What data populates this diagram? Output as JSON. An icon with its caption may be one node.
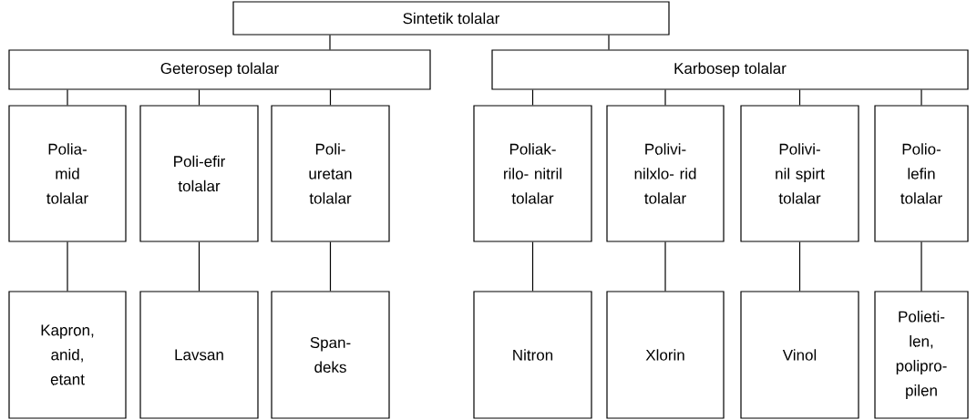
{
  "diagram": {
    "nodes": [
      {
        "text": [
          "Sintetik tolalar"
        ]
      },
      {
        "text": [
          "Geterosep tolalar"
        ]
      },
      {
        "text": [
          "Karbosep tolalar"
        ]
      },
      {
        "text": [
          "Polia- mid tolalar"
        ]
      },
      {
        "text": [
          "Poli-efir tolalar"
        ]
      },
      {
        "text": [
          "Poli- uretan tolalar"
        ]
      },
      {
        "text": [
          "Poliak- rilo- nitril tolalar"
        ]
      },
      {
        "text": [
          "Polivi- nilxlo- rid tolalar"
        ]
      },
      {
        "text": [
          "Polivi- nil spirt tolalar"
        ]
      },
      {
        "text": [
          "Polio- lefin tolalar"
        ]
      },
      {
        "text": [
          "Kapron, anid, etant"
        ]
      },
      {
        "text": [
          "Lavsan"
        ]
      },
      {
        "text": [
          "Span- deks"
        ]
      },
      {
        "text": [
          "Nitron"
        ]
      },
      {
        "text": [
          "Xlorin"
        ]
      },
      {
        "text": [
          "Vinol"
        ]
      },
      {
        "text": [
          "Polieti- len, polipro- pilen"
        ]
      }
    ],
    "edges": [
      {
        "from": 0,
        "to": 1,
        "arrow": "none"
      },
      {
        "from": 0,
        "to": 2,
        "arrow": "none"
      },
      {
        "from": 1,
        "to": 3,
        "arrow": "none"
      },
      {
        "from": 1,
        "to": 4,
        "arrow": "none"
      },
      {
        "from": 1,
        "to": 5,
        "arrow": "none"
      },
      {
        "from": 2,
        "to": 6,
        "arrow": "none"
      },
      {
        "from": 2,
        "to": 7,
        "arrow": "none"
      },
      {
        "from": 2,
        "to": 8,
        "arrow": "none"
      },
      {
        "from": 2,
        "to": 9,
        "arrow": "none"
      },
      {
        "from": 3,
        "to": 10,
        "arrow": "none"
      },
      {
        "from": 4,
        "to": 11,
        "arrow": "none"
      },
      {
        "from": 5,
        "to": 12,
        "arrow": "none"
      },
      {
        "from": 6,
        "to": 13,
        "arrow": "none"
      },
      {
        "from": 7,
        "to": 14,
        "arrow": "none"
      },
      {
        "from": 8,
        "to": 15,
        "arrow": "none"
      },
      {
        "from": 9,
        "to": 16,
        "arrow": "none"
      }
    ]
  }
}
